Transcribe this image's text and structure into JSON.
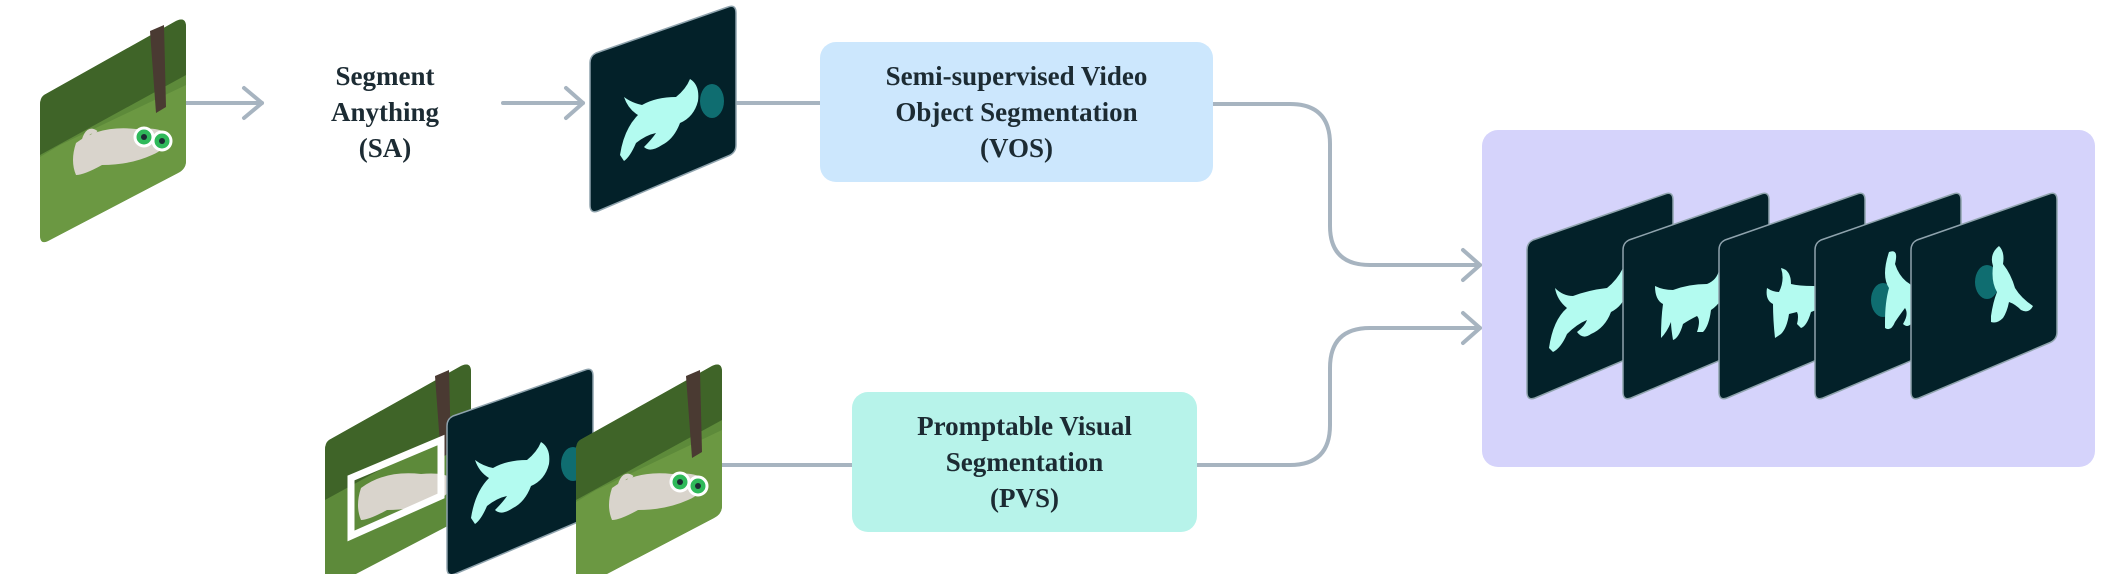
{
  "colors": {
    "connector": "#a7b4c0",
    "vos_box": "#cce7fd",
    "pvs_box": "#b7f3ea",
    "output_panel": "#d5d3fb",
    "mask_frame": "#032129",
    "mask_fill": "#b3fbf0",
    "mask_blob": "#0f6d70",
    "grass": "#5d8a3a",
    "point_marker": "#2fb95a"
  },
  "sa_label": {
    "lines": [
      "Segment",
      "Anything",
      "(SA)"
    ]
  },
  "vos_box": {
    "lines": [
      "Semi-supervised Video",
      "Object Segmentation",
      "(VOS)"
    ]
  },
  "pvs_box": {
    "lines": [
      "Promptable Visual",
      "Segmentation",
      "(PVS)"
    ]
  },
  "icons": {
    "input_image": "dog-photo-with-point-prompts",
    "sa_mask": "dog-mask-frame",
    "pvs_frames": [
      "dog-photo-with-box-prompt",
      "dog-mask-frame",
      "dog-photo-with-point-prompts"
    ],
    "output_frames": [
      "mask-frame-1",
      "mask-frame-2",
      "mask-frame-3",
      "mask-frame-4",
      "mask-frame-5"
    ]
  }
}
